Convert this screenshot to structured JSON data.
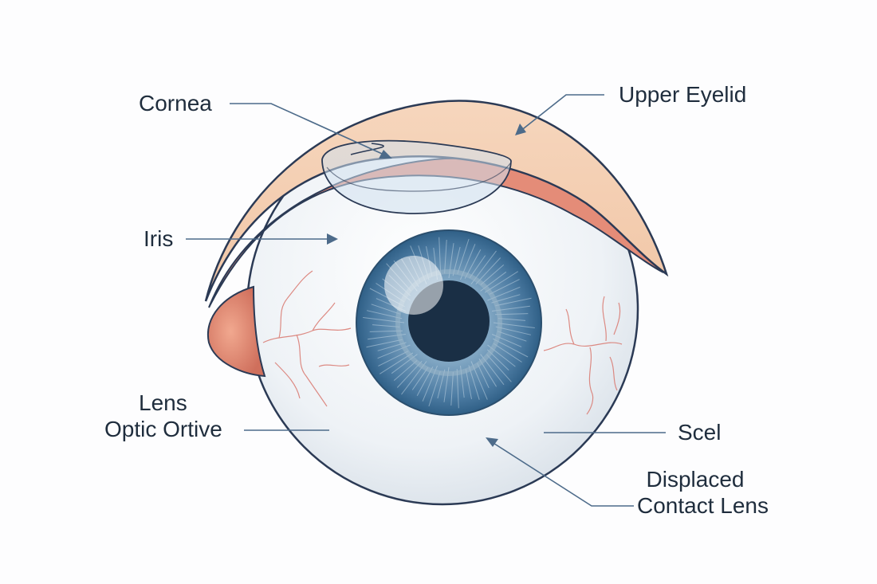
{
  "labels": {
    "cornea": "Cornea",
    "upper_eyelid": "Upper Eyelid",
    "iris": "Iris",
    "lens": "Lens",
    "optic_ortive": "Optic Ortive",
    "scel": "Scel",
    "displaced_line1": "Displaced",
    "displaced_line2": "Contact Lens"
  },
  "colors": {
    "outline": "#2b3a55",
    "leader": "#4d6b8a",
    "eyelid_fill": "#f5cfb1",
    "eyelid_inner": "#e48c78",
    "sclera": "#eef2f6",
    "iris_outer": "#2f5f86",
    "iris_inner": "#7fa5c2",
    "pupil": "#1a2f45",
    "vein": "#d9786f",
    "contact_lens": "#cfe0ee"
  }
}
